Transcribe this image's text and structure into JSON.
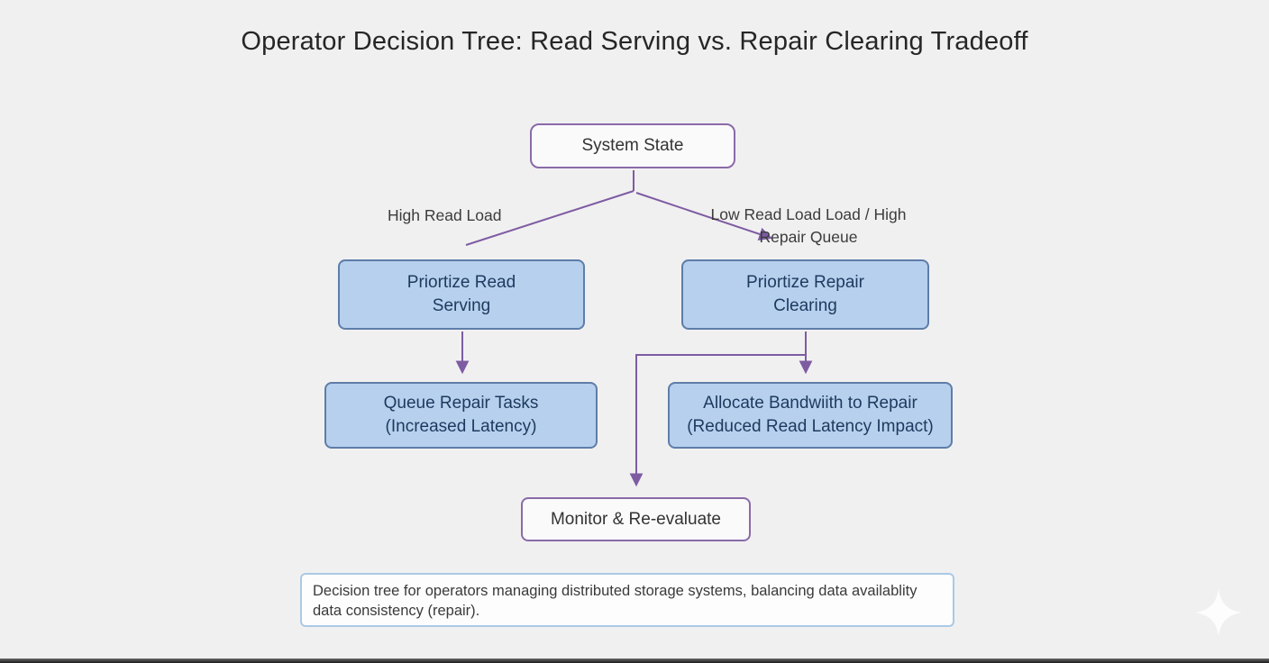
{
  "slide": {
    "title": "Operator Decision Tree: Read Serving vs. Repair Clearing Tradeoff"
  },
  "nodes": {
    "system_state": {
      "label": "System State"
    },
    "prioritize_read": {
      "line1": "Priortize Read",
      "line2": "Serving"
    },
    "prioritize_repair": {
      "line1": "Priortize Repair",
      "line2": "Clearing"
    },
    "queue_repair": {
      "line1": "Queue Repair Tasks",
      "line2": "(Increased Latency)"
    },
    "allocate_bandwidth": {
      "line1": "Allocate Bandwiith to Repair",
      "line2": "(Reduced Read Latency Impact)"
    },
    "monitor": {
      "label": "Monitor & Re-evaluate"
    }
  },
  "edges": {
    "left_label": "High Read Load",
    "right_label_line1": "Low Read Load Load / High",
    "right_label_line2": "Repair Queue"
  },
  "caption": {
    "text": "Decision tree for operators managing distributed storage systems, balancing data availablity data consistency (repair)."
  },
  "icons": {
    "sparkle_watermark": "four-pointed-star"
  },
  "colors": {
    "background": "#f1f0f1",
    "connector": "#7d5ca2",
    "decision_box_fill": "#b6d0ee",
    "decision_box_border": "#5e7da8",
    "decision_box_text": "#1d3a5e",
    "state_box_fill": "#fbfafb",
    "state_box_border": "#8a6aa8",
    "caption_border": "#aac9e5",
    "title_text": "#262626"
  }
}
